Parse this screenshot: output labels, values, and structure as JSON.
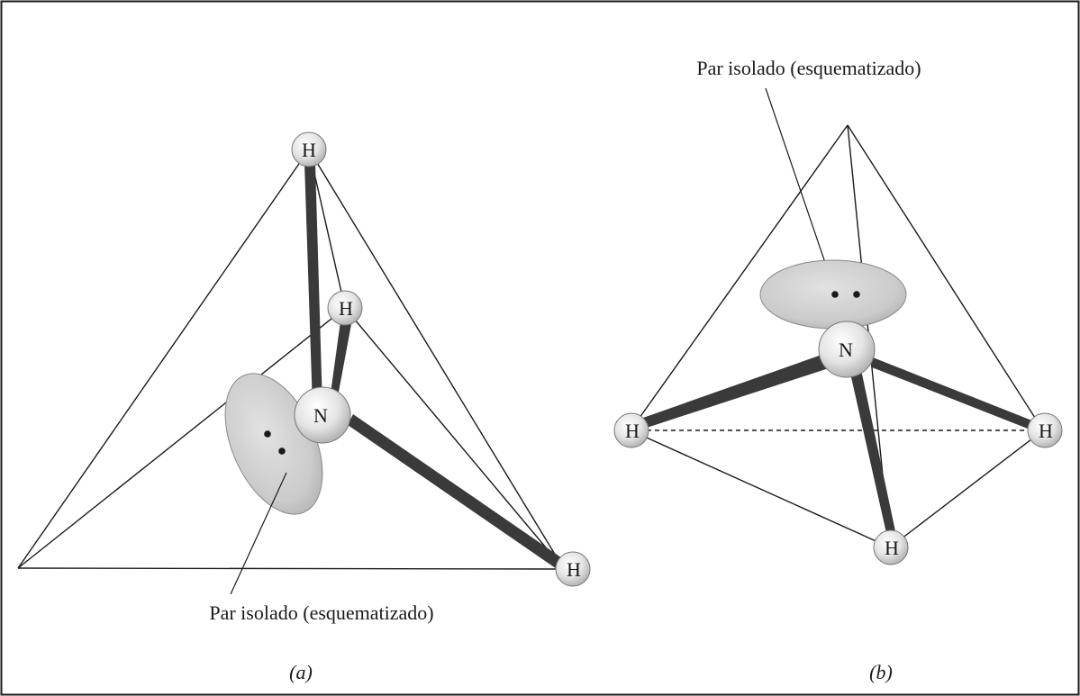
{
  "figure": {
    "frame": true,
    "colors": {
      "ink": "#1a1a1a",
      "atom_fill": "#e6e6e6",
      "lone_pair_fill": "#cfcfcf",
      "bond": "#3a3a3a"
    }
  },
  "panel_a": {
    "caption": "(a)",
    "lone_pair_label": "Par isolado (esquematizado)",
    "atoms": {
      "h_top": "H",
      "h_mid": "H",
      "n": "N",
      "h_right": "H"
    }
  },
  "panel_b": {
    "caption": "(b)",
    "lone_pair_label": "Par isolado (esquematizado)",
    "atoms": {
      "n": "N",
      "h_left": "H",
      "h_right": "H",
      "h_bottom": "H"
    }
  }
}
